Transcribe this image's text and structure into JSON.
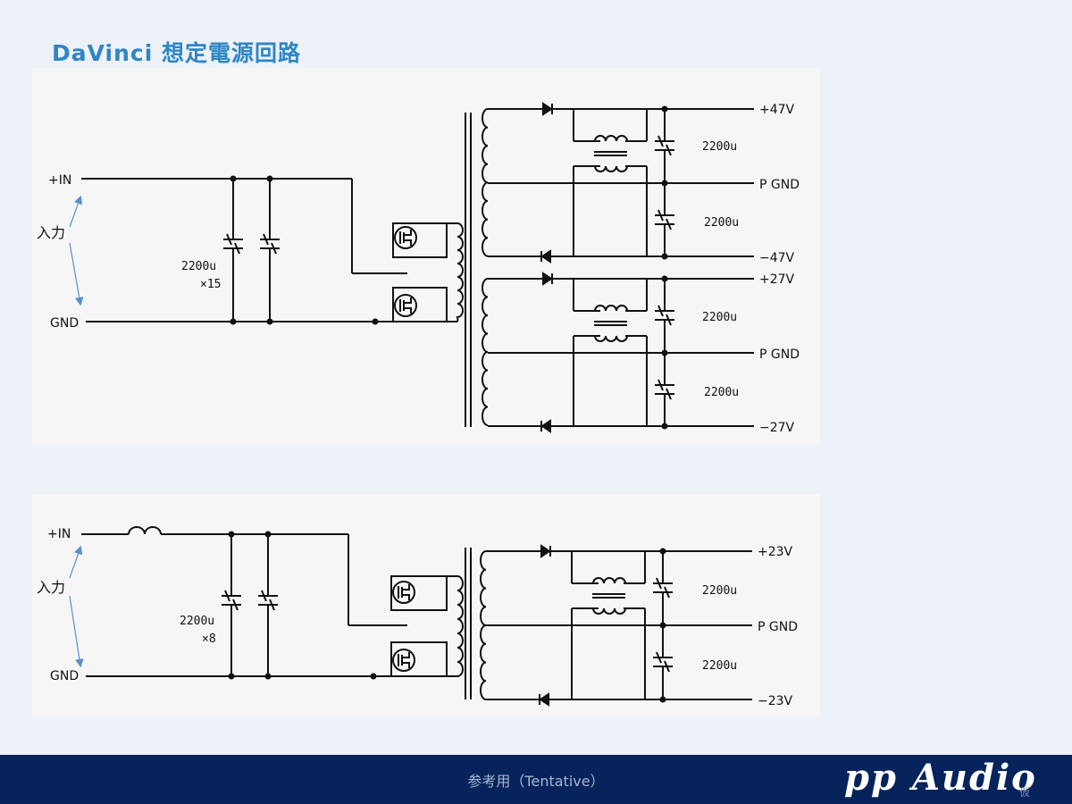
{
  "title": "DaVinci 想定電源回路",
  "circuit1": {
    "in_plus": "+IN",
    "in_label": "入力",
    "gnd": "GND",
    "cap_value": "2200u",
    "cap_count": "×15",
    "out_pos_high": "+47V",
    "out_pgnd_1": "P GND",
    "out_neg_high": "−47V",
    "out_pos_low": "+27V",
    "out_pgnd_2": "P GND",
    "out_neg_low": "−27V",
    "filter_cap": "2200u"
  },
  "circuit2": {
    "in_plus": "+IN",
    "in_label": "入力",
    "gnd": "GND",
    "cap_value": "2200u",
    "cap_count": "×8",
    "out_pos": "+23V",
    "out_pgnd": "P GND",
    "out_neg": "−23V",
    "filter_cap": "2200u"
  },
  "footer": {
    "note": "参考用（Tentative）",
    "brand": "pp Audio",
    "brand_sub": "仮"
  },
  "colors": {
    "title": "#2f86c4",
    "arrow": "#5b8fd0",
    "footer_bg": "#06235c"
  }
}
